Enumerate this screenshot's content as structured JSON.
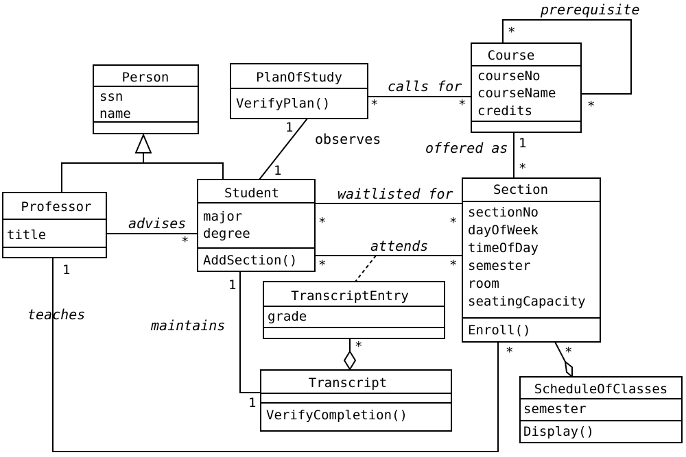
{
  "classes": {
    "person": {
      "name": "Person",
      "attrs": [
        "ssn",
        "name"
      ]
    },
    "plan_of_study": {
      "name": "PlanOfStudy",
      "ops": [
        "VerifyPlan()"
      ]
    },
    "course": {
      "name": "Course",
      "attrs": [
        "courseNo",
        "courseName",
        "credits"
      ]
    },
    "professor": {
      "name": "Professor",
      "attrs": [
        "title"
      ]
    },
    "student": {
      "name": "Student",
      "attrs": [
        "major",
        "degree"
      ],
      "ops": [
        "AddSection()"
      ]
    },
    "section": {
      "name": "Section",
      "attrs": [
        "sectionNo",
        "dayOfWeek",
        "timeOfDay",
        "semester",
        "room",
        "seatingCapacity"
      ],
      "ops": [
        "Enroll()"
      ]
    },
    "transcript_entry": {
      "name": "TranscriptEntry",
      "attrs": [
        "grade"
      ]
    },
    "transcript": {
      "name": "Transcript",
      "ops": [
        "VerifyCompletion()"
      ]
    },
    "schedule_of_classes": {
      "name": "ScheduleOfClasses",
      "attrs": [
        "semester"
      ],
      "ops": [
        "Display()"
      ]
    }
  },
  "associations": {
    "prerequisite": "prerequisite",
    "calls_for": "calls for",
    "observes": "observes",
    "offered_as": "offered as",
    "advises": "advises",
    "waitlisted_for": "waitlisted for",
    "attends": "attends",
    "teaches": "teaches",
    "maintains": "maintains"
  },
  "multiplicities": {
    "one": "1",
    "many": "*"
  }
}
